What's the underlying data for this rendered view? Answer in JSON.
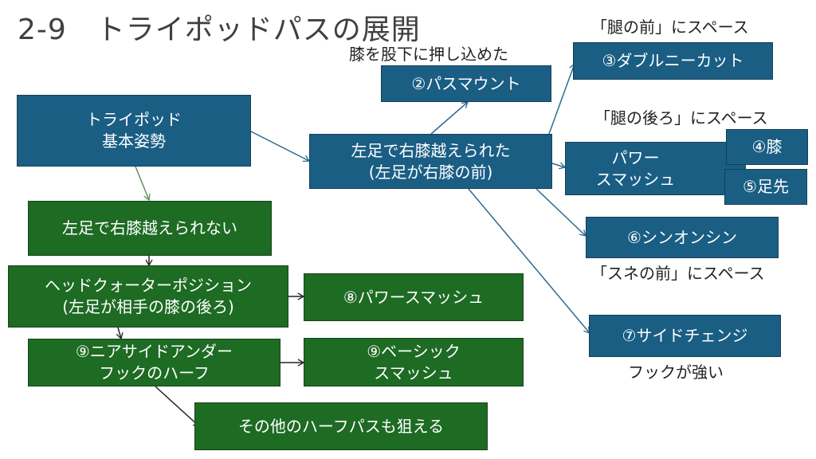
{
  "title": "2-9　トライポッドパスの展開",
  "colors": {
    "blue_box": "#1a5e84",
    "green_box": "#1e6b24",
    "blue_connector": "#2e6b8e",
    "green_connector": "#5f8f5f",
    "dark_connector": "#222222"
  },
  "nodes": {
    "tripod_base": {
      "lines": [
        "トライポッド",
        "基本姿勢"
      ]
    },
    "knee_passed": {
      "lines": [
        "左足で右膝越えられた",
        "(左足が右膝の前)"
      ]
    },
    "pass_mount": {
      "label": "②パスマウント"
    },
    "double_knee_cut": {
      "label": "③ダブルニーカット"
    },
    "power_smash_blue": {
      "lines": [
        "パワー",
        "スマッシュ"
      ]
    },
    "knee": {
      "label": "④膝"
    },
    "toe": {
      "label": "⑤足先"
    },
    "shin_on_shin": {
      "label": "⑥シンオンシン"
    },
    "side_change": {
      "label": "⑦サイドチェンジ"
    },
    "knee_not_passed": {
      "label": "左足で右膝越えられない"
    },
    "headquarter": {
      "lines": [
        "ヘッドクォーターポジション",
        "(左足が相手の膝の後ろ)"
      ]
    },
    "power_smash_green": {
      "label": "⑧パワースマッシュ"
    },
    "near_side_underhook": {
      "lines": [
        "⑨ニアサイドアンダー",
        "フックのハーフ"
      ]
    },
    "basic_smash": {
      "lines": [
        "⑨ベーシック",
        "スマッシュ"
      ]
    },
    "other_half_passes": {
      "label": "その他のハーフパスも狙える"
    }
  },
  "annotations": {
    "pass_mount_note": "膝を股下に押し込めた",
    "double_knee_cut_note": "「腿の前」にスペース",
    "power_smash_note": "「腿の後ろ」にスペース",
    "shin_on_shin_note": "「スネの前」にスペース",
    "side_change_note": "フックが強い"
  },
  "edges": [
    {
      "from": "tripod_base",
      "to": "knee_passed"
    },
    {
      "from": "tripod_base",
      "to": "knee_not_passed"
    },
    {
      "from": "knee_passed",
      "to": "pass_mount"
    },
    {
      "from": "knee_passed",
      "to": "double_knee_cut"
    },
    {
      "from": "knee_passed",
      "to": "power_smash_blue"
    },
    {
      "from": "knee_passed",
      "to": "shin_on_shin"
    },
    {
      "from": "knee_passed",
      "to": "side_change"
    },
    {
      "from": "knee_not_passed",
      "to": "headquarter"
    },
    {
      "from": "headquarter",
      "to": "power_smash_green"
    },
    {
      "from": "headquarter",
      "to": "near_side_underhook"
    },
    {
      "from": "near_side_underhook",
      "to": "basic_smash"
    },
    {
      "from": "near_side_underhook",
      "to": "other_half_passes"
    }
  ]
}
